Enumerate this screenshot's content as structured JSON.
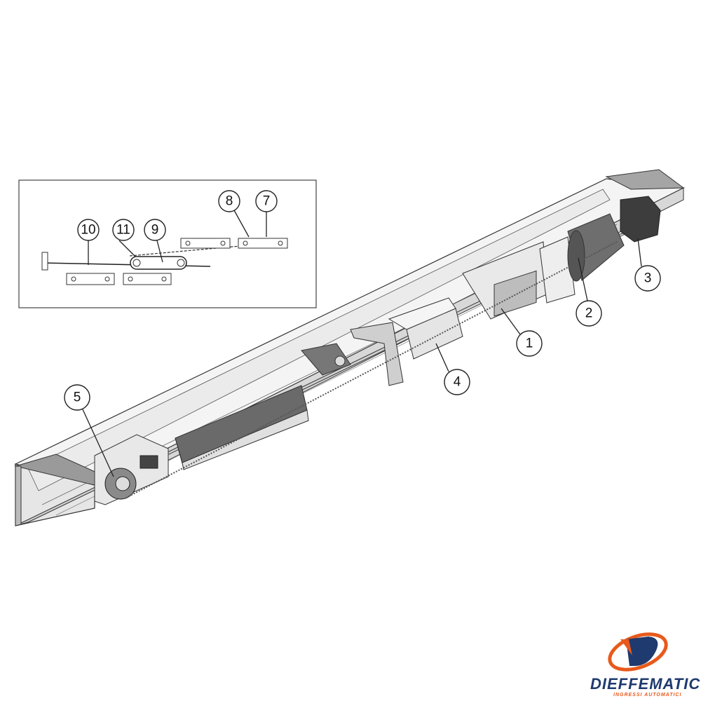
{
  "diagram": {
    "labels": [
      "1",
      "2",
      "3",
      "4",
      "5",
      "7",
      "8",
      "9",
      "10",
      "11"
    ],
    "inset_labels": [
      "10",
      "11",
      "9",
      "8",
      "7"
    ],
    "main_labels": [
      "1",
      "2",
      "3",
      "4",
      "5"
    ]
  },
  "logo": {
    "name": "DIEFFEMATIC",
    "tagline": "INGRESSI AUTOMATICI",
    "colors": {
      "blue": "#1f3a6e",
      "orange": "#e85a1c"
    }
  }
}
